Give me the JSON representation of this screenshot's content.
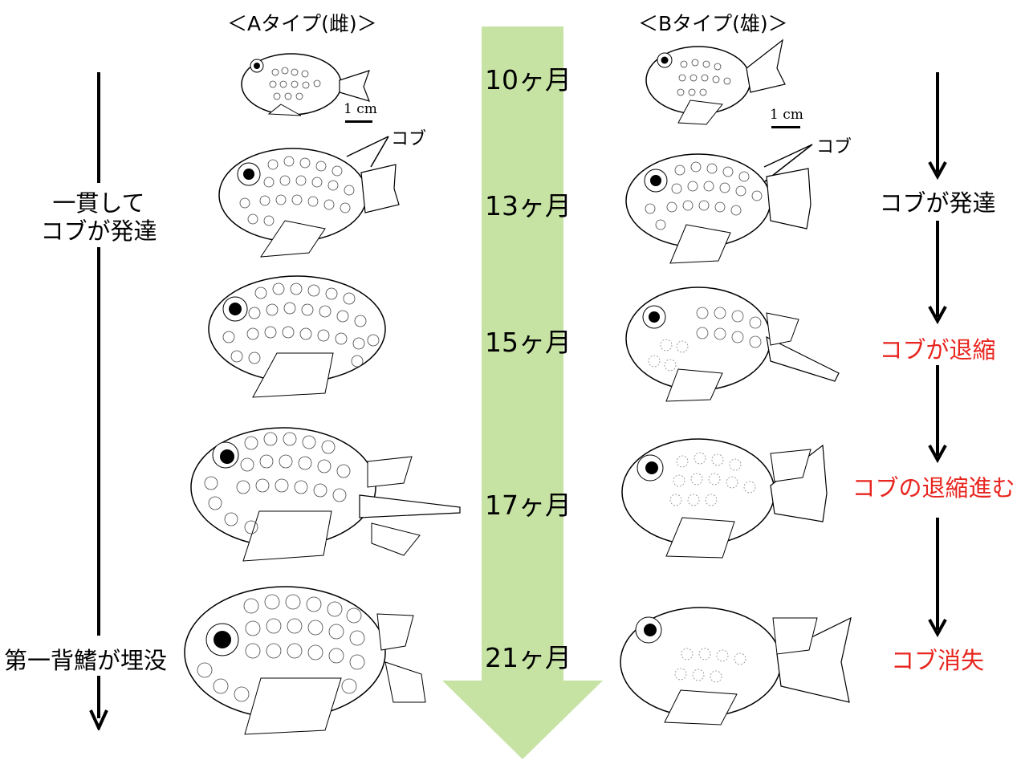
{
  "header": {
    "type_a": "＜Aタイプ(雌)＞",
    "type_b": "＜Bタイプ(雄)＞"
  },
  "ages": [
    "10ヶ月",
    "13ヶ月",
    "15ヶ月",
    "17ヶ月",
    "21ヶ月"
  ],
  "scale_bar": "1 cm",
  "callout": "コブ",
  "left_labels": {
    "developing_line1": "一貫して",
    "developing_line2": "コブが発達",
    "dorsal_fin": "第一背鰭が埋没"
  },
  "right_labels": {
    "stage1": "コブが発達",
    "stage2": "コブが退縮",
    "stage3": "コブの退縮進む",
    "stage4": "コブ消失"
  },
  "colors": {
    "arrow_fill": "#c6e3a4",
    "red_text": "#e8251f"
  }
}
